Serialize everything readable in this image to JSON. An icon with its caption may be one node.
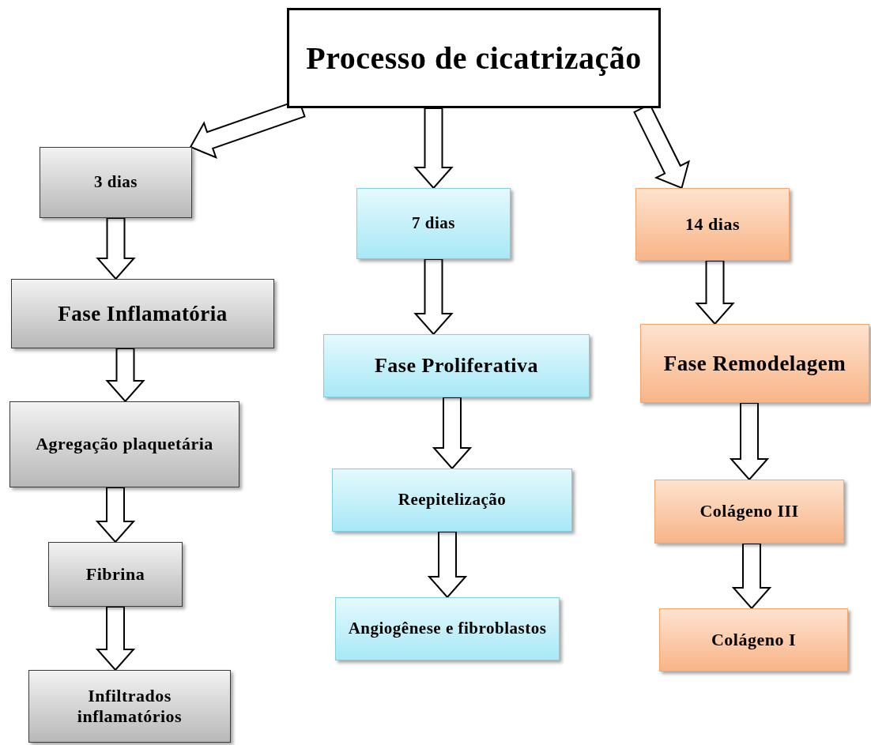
{
  "diagram": {
    "nodes": [
      {
        "text": [
          "Processo de cicatrização"
        ]
      },
      {
        "text": [
          "3 dias"
        ]
      },
      {
        "text": [
          "Fase Inflamatória"
        ]
      },
      {
        "text": [
          "Agregação plaquetária"
        ]
      },
      {
        "text": [
          "Fibrina"
        ]
      },
      {
        "text": [
          "Infiltrados inflamatórios"
        ]
      },
      {
        "text": [
          "7 dias"
        ]
      },
      {
        "text": [
          "Fase Proliferativa"
        ]
      },
      {
        "text": [
          "Reepitelização"
        ]
      },
      {
        "text": [
          "Angiogênese e fibroblastos"
        ]
      },
      {
        "text": [
          "14 dias"
        ]
      },
      {
        "text": [
          "Fase Remodelagem"
        ]
      },
      {
        "text": [
          "Colágeno III"
        ]
      },
      {
        "text": [
          "Colágeno I"
        ]
      }
    ],
    "edges": [
      {
        "from": 0,
        "to": 1,
        "arrow": "to"
      },
      {
        "from": 0,
        "to": 6,
        "arrow": "to"
      },
      {
        "from": 0,
        "to": 10,
        "arrow": "to"
      },
      {
        "from": 1,
        "to": 2,
        "arrow": "to"
      },
      {
        "from": 2,
        "to": 3,
        "arrow": "to"
      },
      {
        "from": 3,
        "to": 4,
        "arrow": "to"
      },
      {
        "from": 4,
        "to": 5,
        "arrow": "to"
      },
      {
        "from": 6,
        "to": 7,
        "arrow": "to"
      },
      {
        "from": 7,
        "to": 8,
        "arrow": "to"
      },
      {
        "from": 8,
        "to": 9,
        "arrow": "to"
      },
      {
        "from": 10,
        "to": 11,
        "arrow": "to"
      },
      {
        "from": 11,
        "to": 12,
        "arrow": "to"
      },
      {
        "from": 12,
        "to": 13,
        "arrow": "to"
      }
    ]
  }
}
